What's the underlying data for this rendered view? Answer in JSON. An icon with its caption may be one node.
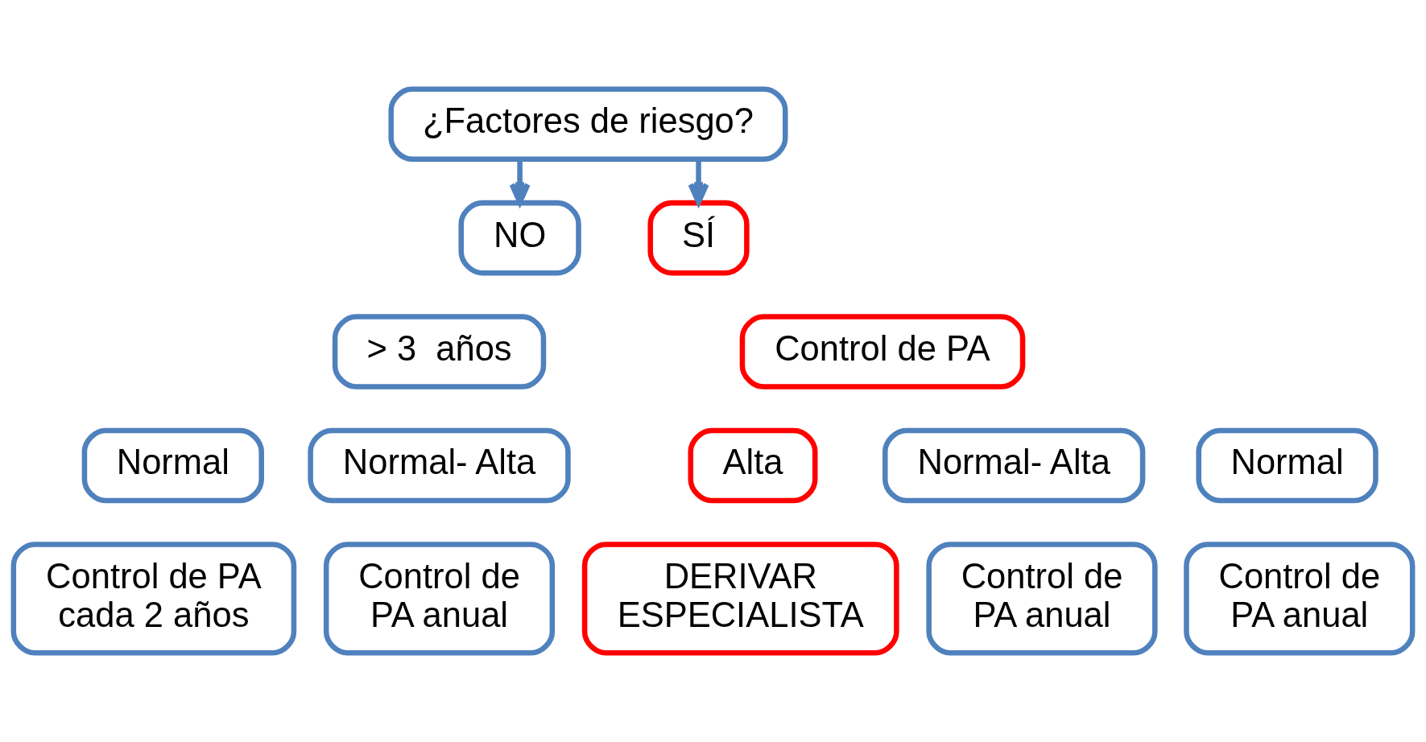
{
  "diagram": {
    "nodes": [
      {
        "text": [
          "¿Factores de riesgo?"
        ]
      },
      {
        "text": [
          "NO"
        ]
      },
      {
        "text": [
          "SÍ"
        ]
      },
      {
        "text": [
          "> 3  años"
        ]
      },
      {
        "text": [
          "Control de PA"
        ]
      },
      {
        "text": [
          "Normal"
        ]
      },
      {
        "text": [
          "Normal- Alta"
        ]
      },
      {
        "text": [
          "Alta"
        ]
      },
      {
        "text": [
          "Normal- Alta"
        ]
      },
      {
        "text": [
          "Normal"
        ]
      },
      {
        "text": [
          "Control de PA cada 2 años"
        ]
      },
      {
        "text": [
          "Control de PA anual"
        ]
      },
      {
        "text": [
          "DERIVAR ESPECIALISTA"
        ]
      },
      {
        "text": [
          "Control de PA anual"
        ]
      },
      {
        "text": [
          "Control de PA anual"
        ]
      }
    ],
    "edges": [
      {
        "from": 0,
        "to": 1,
        "arrow": "to"
      },
      {
        "from": 0,
        "to": 2,
        "arrow": "to"
      }
    ]
  }
}
